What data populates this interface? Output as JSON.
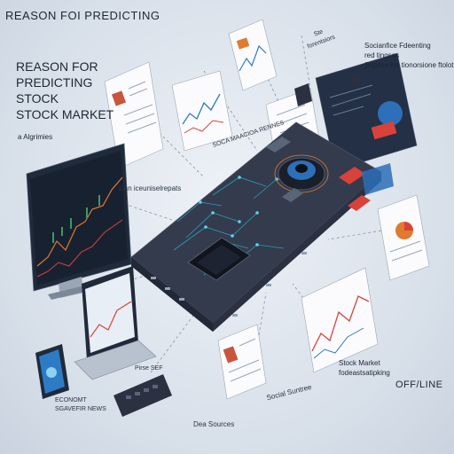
{
  "header": {
    "title": "REASON FOI PREDICTING"
  },
  "hero": {
    "line1": "REASON FOR",
    "line2": "PREDICTING",
    "line3": "STOCK",
    "line4": "STOCK MARKET",
    "tagline": "a Algrimies"
  },
  "notes": {
    "line1": "Socianfice Fdeenting",
    "line2": "red tingsas",
    "line3": "Soprise ins tionorsione ftolotion"
  },
  "labels": {
    "data_component": "Dan iceuniselrepats",
    "board_label": "SOCA MAACIOA RENNES",
    "economic_news_1": "ECONOMT",
    "economic_news_2": "SGAVEFIR NEWS",
    "data_sources": "Dea Sources",
    "social_sentiment": "Social Suntree",
    "stock_market_1": "Stock Market",
    "stock_market_2": "fodeastsatipking",
    "offline": "OFF/LINE",
    "cloud_note_1": "Ste",
    "cloud_note_2": "forentsiors",
    "keypad_note": "Pirse SEF"
  },
  "colors": {
    "board": "#2b3140",
    "board_top": "#343b4d",
    "circuit": "#2aa7c9",
    "accent_red": "#d9423a",
    "accent_orange": "#e07a2f",
    "monitor": "#1f2a3a"
  }
}
